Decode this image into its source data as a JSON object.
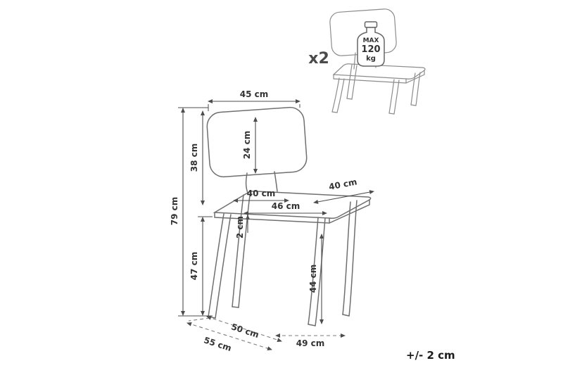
{
  "drawing": {
    "quantity_label": "x2",
    "tolerance_note": "+/- 2 cm",
    "weight_limit": {
      "line1": "MAX",
      "line2": "120",
      "line3": "kg"
    },
    "dimensions": {
      "backrest_width": "45 cm",
      "backrest_inner_height": "24 cm",
      "backrest_height": "38 cm",
      "total_height": "79 cm",
      "seat_height": "47 cm",
      "seat_depth_top": "40 cm",
      "seat_depth_right": "40 cm",
      "seat_width_front": "46 cm",
      "seat_thickness": "2 cm",
      "leg_height": "44 cm",
      "base_depth_inner": "50 cm",
      "base_depth_outer": "55 cm",
      "base_width_front": "49 cm"
    },
    "colors": {
      "outline": "#6f6f6f",
      "outline_secondary": "#8c8c8c",
      "dimension_line": "#4d4d4d",
      "label_text": "#333333",
      "background": "#ffffff"
    }
  }
}
